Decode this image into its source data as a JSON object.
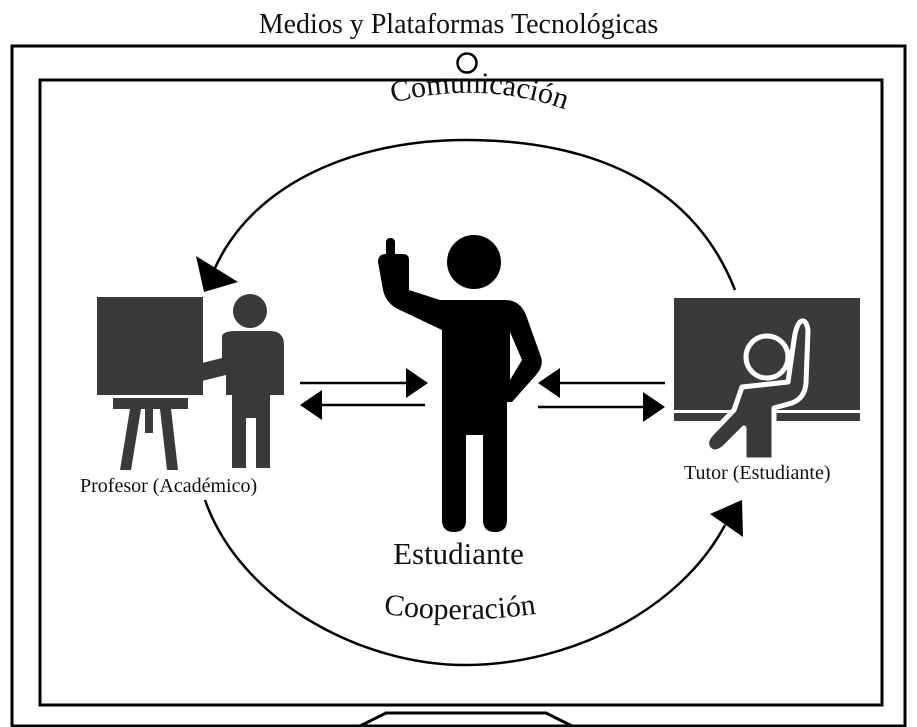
{
  "title": "Medios y Plataformas Tecnológicas",
  "labels": {
    "comunicacion": "Comunicación",
    "cooperacion": "Cooperación",
    "profesor": "Profesor (Académico)",
    "estudiante": "Estudiante",
    "tutor": "Tutor (Estudiante)"
  },
  "icons": {
    "profesor": "teacher-at-board-icon",
    "estudiante": "student-raising-hand-icon",
    "tutor": "student-at-blackboard-icon"
  },
  "colors": {
    "stroke": "#000000",
    "icon_fill": "#3a3a3a",
    "figure_fill": "#000000"
  }
}
